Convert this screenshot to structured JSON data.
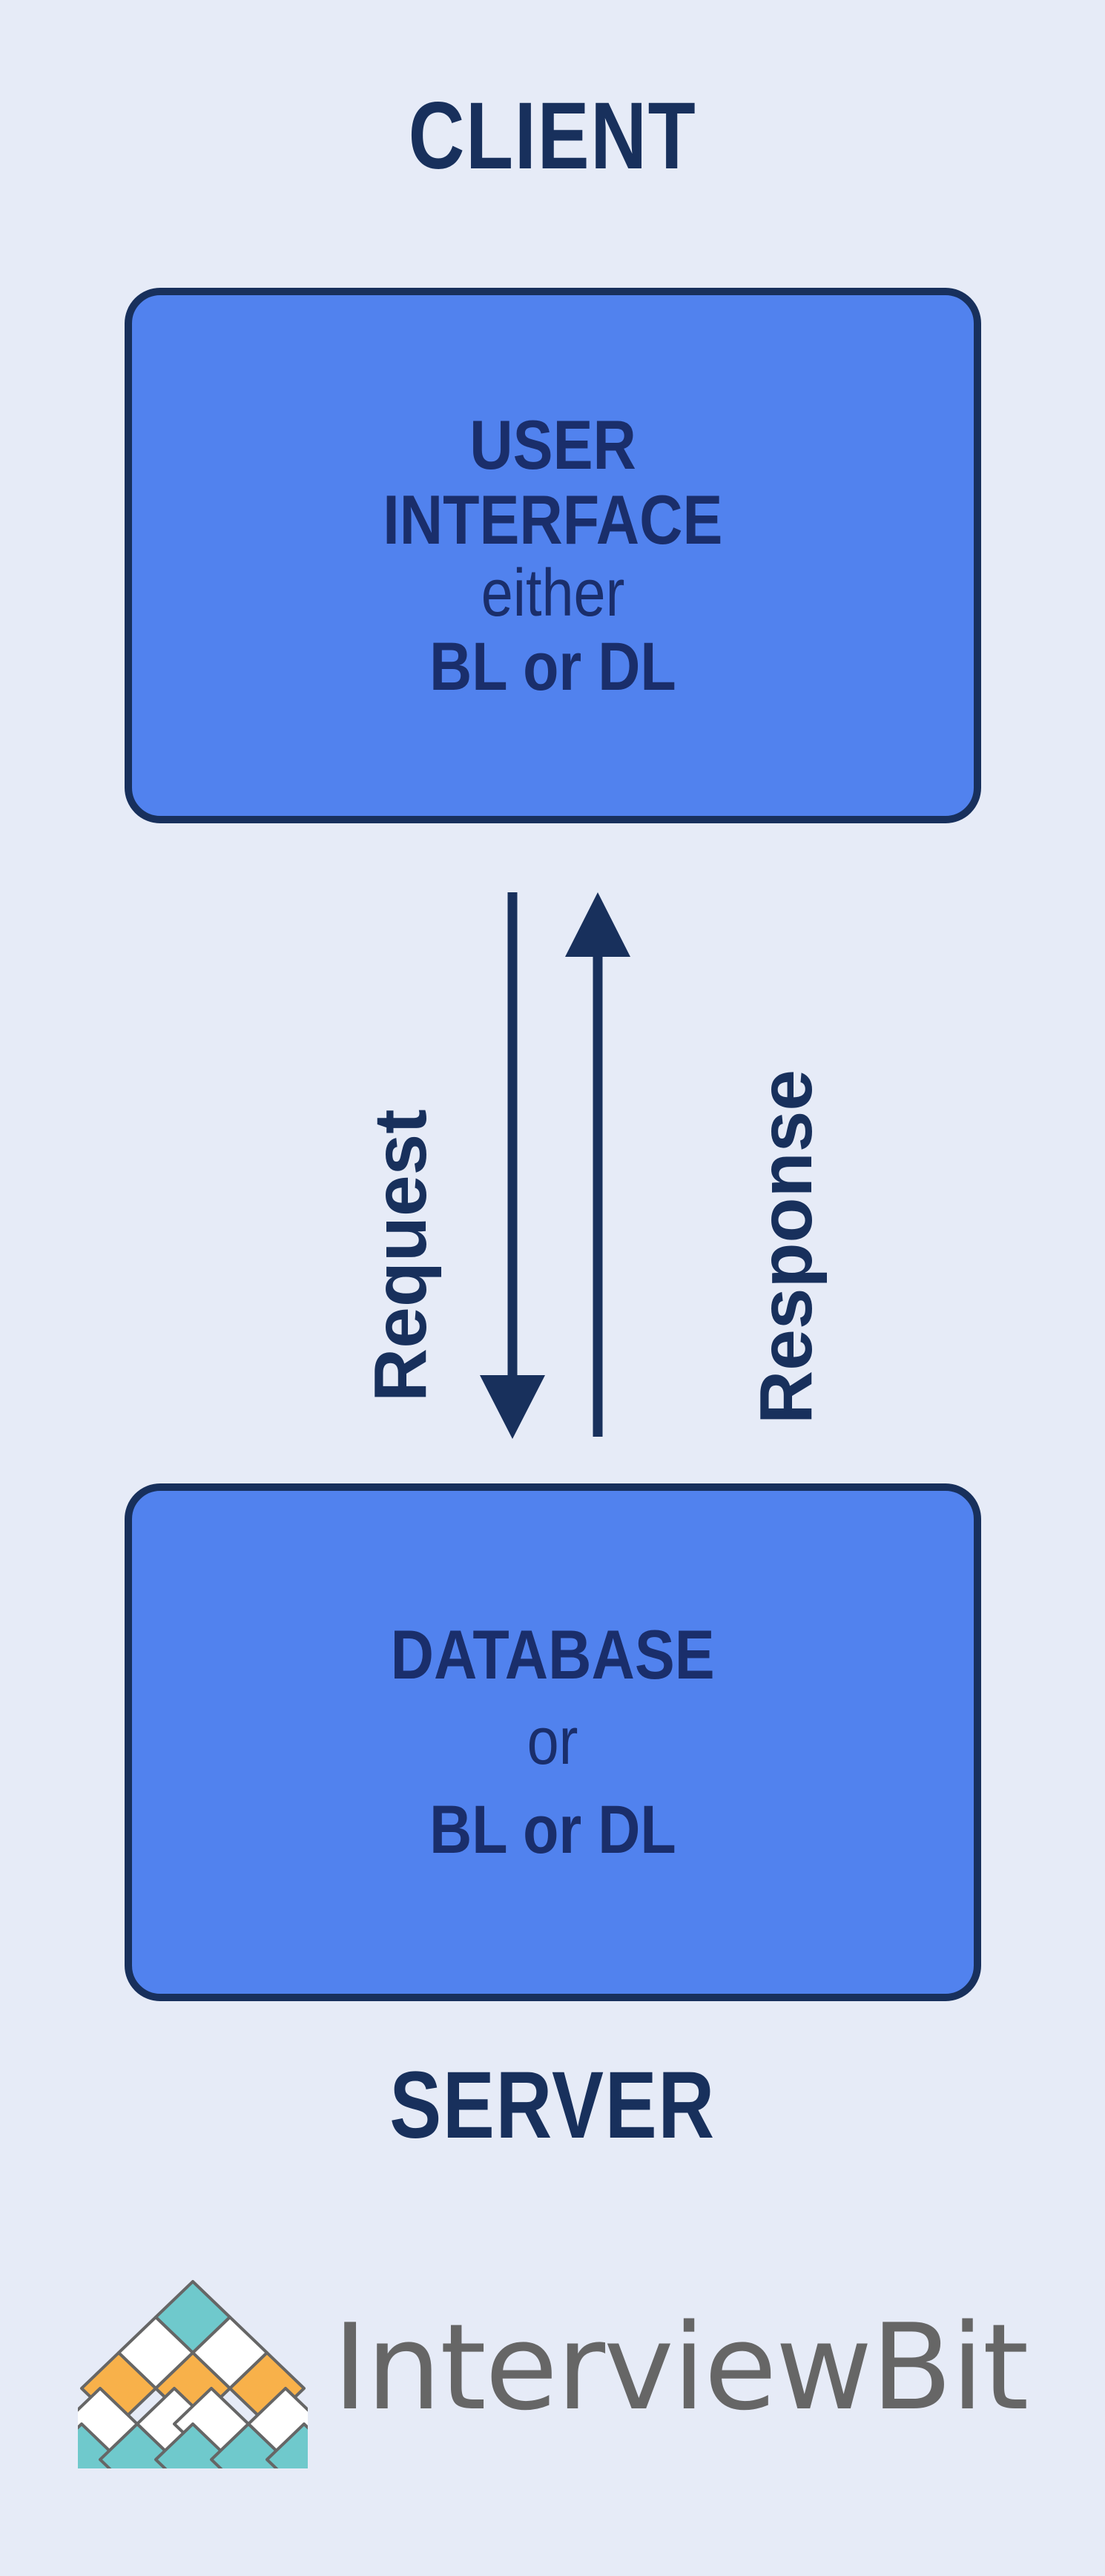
{
  "palette": {
    "background": "#e6ebf7",
    "navy": "#18305c",
    "node_fill": "#5182ee",
    "node_text": "#1a2e6b",
    "logo_teal": "#6fc9cc",
    "logo_orange": "#f8b14a",
    "logo_white": "#ffffff",
    "logo_stroke": "#666666",
    "brand_text": "#666666"
  },
  "diagram": {
    "title_top": "CLIENT",
    "title_bottom": "SERVER",
    "client_node": {
      "line1": "USER",
      "line2": "INTERFACE",
      "line3": "either",
      "line4": "BL or DL"
    },
    "server_node": {
      "line1": "DATABASE",
      "line2": "or",
      "line3": "BL or DL"
    },
    "flows": [
      {
        "label": "Request",
        "direction": "down",
        "from": "CLIENT",
        "to": "SERVER"
      },
      {
        "label": "Response",
        "direction": "up",
        "from": "SERVER",
        "to": "CLIENT"
      }
    ]
  },
  "brand": {
    "name": "InterviewBit",
    "mark": "diamond-pyramid-logo",
    "mark_rows": [
      [
        "teal"
      ],
      [
        "white",
        "white"
      ],
      [
        "orange",
        "orange",
        "orange"
      ],
      [
        "white",
        "white",
        "white",
        "white"
      ],
      [
        "teal",
        "teal",
        "teal",
        "teal",
        "teal"
      ]
    ]
  }
}
